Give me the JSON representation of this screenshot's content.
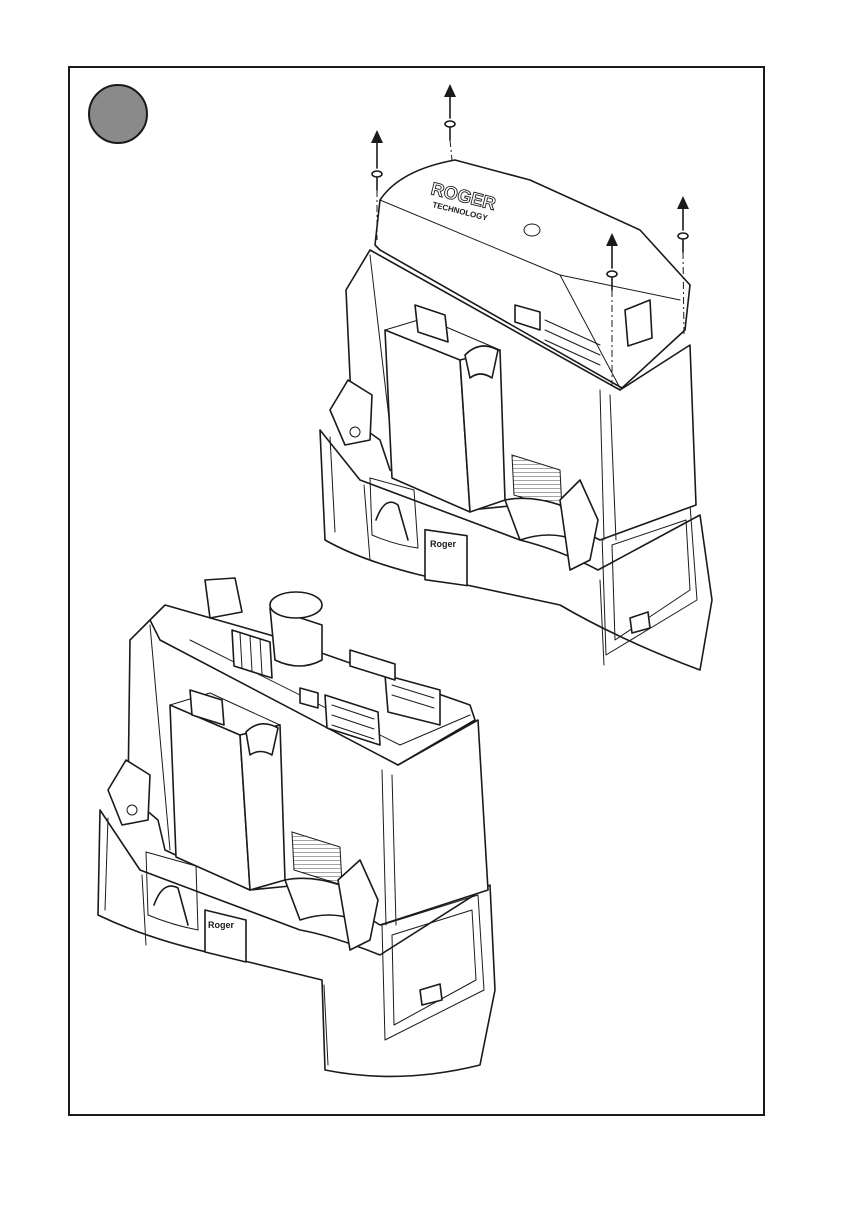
{
  "step_badge": {
    "color": "#8a8a8a"
  },
  "brand": {
    "logo_main": "ROGER",
    "logo_sub": "TECHNOLOGY",
    "label_top": "Roger",
    "label_bottom": "Roger"
  },
  "icons": {
    "arrow": "up-arrow-icon",
    "screw": "screw-icon"
  }
}
